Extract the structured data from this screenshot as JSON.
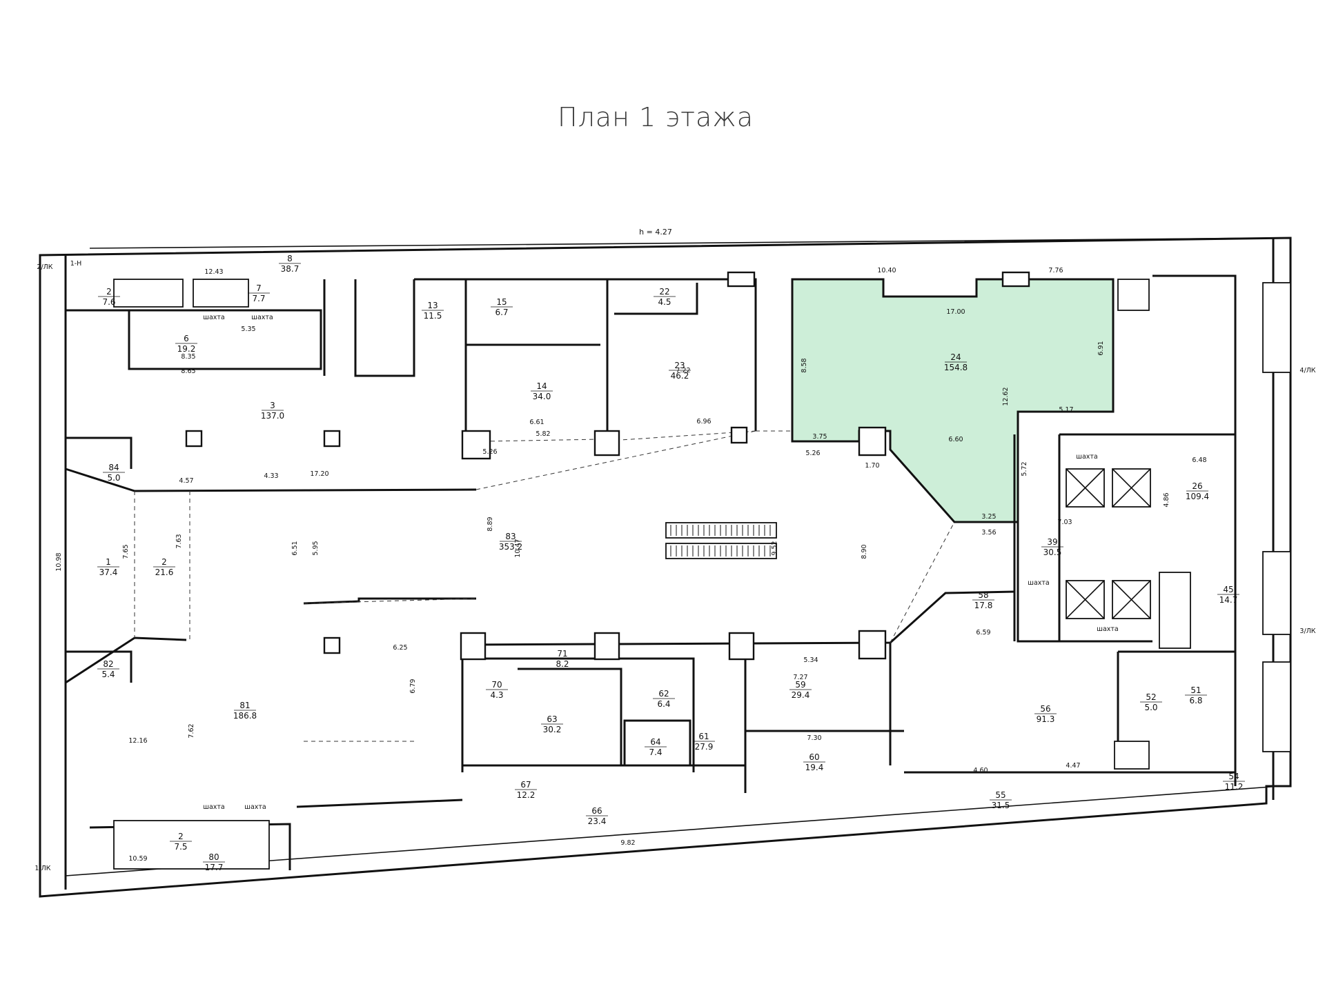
{
  "title": "План 1 этажа",
  "height_note": "h = 4.27",
  "highlight_color": "#cdeed8",
  "rooms": [
    {
      "id": "r24",
      "num": "24",
      "area": "154.8"
    },
    {
      "id": "r83",
      "num": "83",
      "area": "353.2"
    },
    {
      "id": "r81",
      "num": "81",
      "area": "186.8"
    },
    {
      "id": "r3",
      "num": "3",
      "area": "137.0"
    },
    {
      "id": "r26",
      "num": "26",
      "area": "109.4"
    },
    {
      "id": "r56",
      "num": "56",
      "area": "91.3"
    },
    {
      "id": "r23",
      "num": "23",
      "area": "46.2"
    },
    {
      "id": "r14",
      "num": "14",
      "area": "34.0"
    },
    {
      "id": "r1",
      "num": "1",
      "area": "37.4"
    },
    {
      "id": "r2",
      "num": "2",
      "area": "21.6"
    },
    {
      "id": "r8",
      "num": "8",
      "area": "38.7"
    },
    {
      "id": "r6",
      "num": "6",
      "area": "19.2"
    },
    {
      "id": "r39",
      "num": "39",
      "area": "30.5"
    },
    {
      "id": "r63",
      "num": "63",
      "area": "30.2"
    },
    {
      "id": "r59",
      "num": "59",
      "area": "29.4"
    },
    {
      "id": "r61",
      "num": "61",
      "area": "27.9"
    },
    {
      "id": "r66",
      "num": "66",
      "area": "23.4"
    },
    {
      "id": "r60",
      "num": "60",
      "area": "19.4"
    },
    {
      "id": "r58",
      "num": "58",
      "area": "17.8"
    },
    {
      "id": "r80",
      "num": "80",
      "area": "17.7"
    },
    {
      "id": "r45",
      "num": "45",
      "area": "14.7"
    },
    {
      "id": "r67",
      "num": "67",
      "area": "12.2"
    },
    {
      "id": "r13",
      "num": "13",
      "area": "11.5"
    },
    {
      "id": "r54",
      "num": "54",
      "area": "11.2"
    },
    {
      "id": "r71",
      "num": "71",
      "area": "8.2"
    },
    {
      "id": "r7",
      "num": "7",
      "area": "7.7"
    },
    {
      "id": "r2b",
      "num": "2",
      "area": "7.6"
    },
    {
      "id": "r82",
      "num": "82",
      "area": "5.4"
    },
    {
      "id": "r84",
      "num": "84",
      "area": "5.0"
    },
    {
      "id": "r2c",
      "num": "2",
      "area": "7.5"
    },
    {
      "id": "r64",
      "num": "64",
      "area": "7.4"
    },
    {
      "id": "r62",
      "num": "62",
      "area": "6.4"
    },
    {
      "id": "r15",
      "num": "15",
      "area": "6.7"
    },
    {
      "id": "r70",
      "num": "70",
      "area": "4.3"
    },
    {
      "id": "r22",
      "num": "22",
      "area": "4.5"
    },
    {
      "id": "r52",
      "num": "52",
      "area": "5.0"
    },
    {
      "id": "r51",
      "num": "51",
      "area": "6.8"
    },
    {
      "id": "r55",
      "num": "55",
      "area": "31.5"
    }
  ],
  "dimensions": [
    {
      "id": "d1",
      "text": "17.00"
    },
    {
      "id": "d2",
      "text": "12.62"
    },
    {
      "id": "d3",
      "text": "6.60"
    },
    {
      "id": "d4",
      "text": "10.40"
    },
    {
      "id": "d5",
      "text": "7.76"
    },
    {
      "id": "d6",
      "text": "8.58"
    },
    {
      "id": "d7",
      "text": "6.91"
    },
    {
      "id": "d8",
      "text": "5.17"
    },
    {
      "id": "d9",
      "text": "5.72"
    },
    {
      "id": "d10",
      "text": "3.75"
    },
    {
      "id": "d11",
      "text": "5.26"
    },
    {
      "id": "d12",
      "text": "1.70"
    },
    {
      "id": "d13",
      "text": "3.25"
    },
    {
      "id": "d14",
      "text": "3.56"
    },
    {
      "id": "d15",
      "text": "8.90"
    },
    {
      "id": "d16",
      "text": "9.52"
    },
    {
      "id": "d17",
      "text": "10.47"
    },
    {
      "id": "d18",
      "text": "8.89"
    },
    {
      "id": "d19",
      "text": "17.20"
    },
    {
      "id": "d20",
      "text": "4.33"
    },
    {
      "id": "d21",
      "text": "4.57"
    },
    {
      "id": "d22",
      "text": "12.43"
    },
    {
      "id": "d23",
      "text": "8.35"
    },
    {
      "id": "d24",
      "text": "8.65"
    },
    {
      "id": "d25",
      "text": "5.35"
    },
    {
      "id": "d26",
      "text": "6.61"
    },
    {
      "id": "d27",
      "text": "5.26"
    },
    {
      "id": "d28",
      "text": "5.82"
    },
    {
      "id": "d29",
      "text": "6.96"
    },
    {
      "id": "d30",
      "text": "7.22"
    },
    {
      "id": "d31",
      "text": "12.16"
    },
    {
      "id": "d32",
      "text": "7.62"
    },
    {
      "id": "d33",
      "text": "6.79"
    },
    {
      "id": "d34",
      "text": "6.25"
    },
    {
      "id": "d35",
      "text": "10.59"
    },
    {
      "id": "d36",
      "text": "9.82"
    },
    {
      "id": "d37",
      "text": "4.60"
    },
    {
      "id": "d38",
      "text": "4.47"
    },
    {
      "id": "d39",
      "text": "6.59"
    },
    {
      "id": "d40",
      "text": "5.34"
    },
    {
      "id": "d41",
      "text": "7.27"
    },
    {
      "id": "d42",
      "text": "7.30"
    },
    {
      "id": "d43",
      "text": "6.48"
    },
    {
      "id": "d44",
      "text": "10.98"
    },
    {
      "id": "d45",
      "text": "7.65"
    },
    {
      "id": "d46",
      "text": "7.63"
    },
    {
      "id": "d47",
      "text": "6.51"
    },
    {
      "id": "d48",
      "text": "5.95"
    },
    {
      "id": "d49",
      "text": "4.86"
    },
    {
      "id": "d50",
      "text": "7.03"
    }
  ],
  "shaft_label": "шахта",
  "stair_tags": [
    "1-Н",
    "2/ЛК",
    "1/ЛК",
    "3/ЛК",
    "4/ЛК"
  ]
}
